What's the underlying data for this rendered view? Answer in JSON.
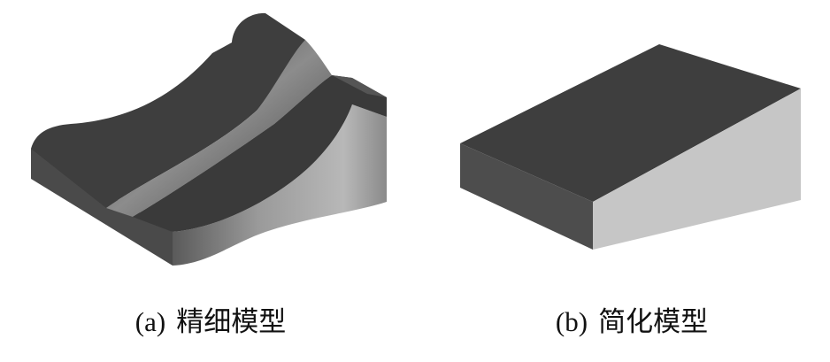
{
  "figure": {
    "panels": [
      {
        "label": "(a)",
        "caption": "精细模型",
        "model": "detailed-model"
      },
      {
        "label": "(b)",
        "caption": "简化模型",
        "model": "simplified-model"
      }
    ]
  },
  "colors": {
    "top_face": "#3e3e3e",
    "side_dark": "#4d4d4d",
    "side_light": "#c6c6c6"
  }
}
